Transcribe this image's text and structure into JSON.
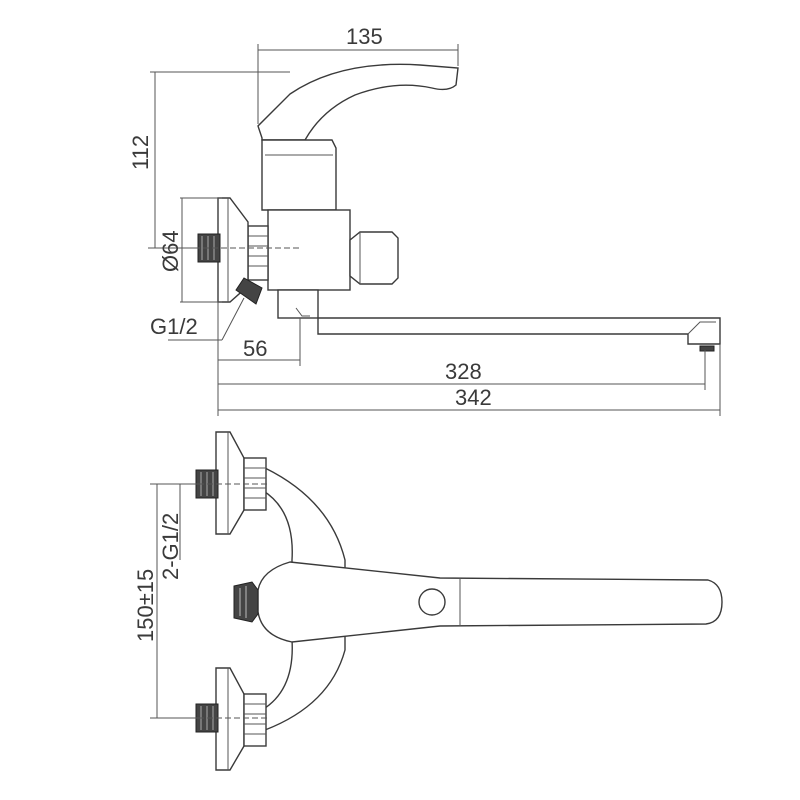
{
  "drawing": {
    "dimensions": {
      "width_top": "135",
      "height_handle": "112",
      "flange_dia": "Ø64",
      "thread": "G1/2",
      "offset": "56",
      "spout_reach": "328",
      "total_length": "342",
      "center_distance": "150±15",
      "threads_pair": "2-G1/2"
    },
    "colors": {
      "line": "#3a3a3a",
      "dark_part": "#444444",
      "background": "#ffffff"
    }
  }
}
